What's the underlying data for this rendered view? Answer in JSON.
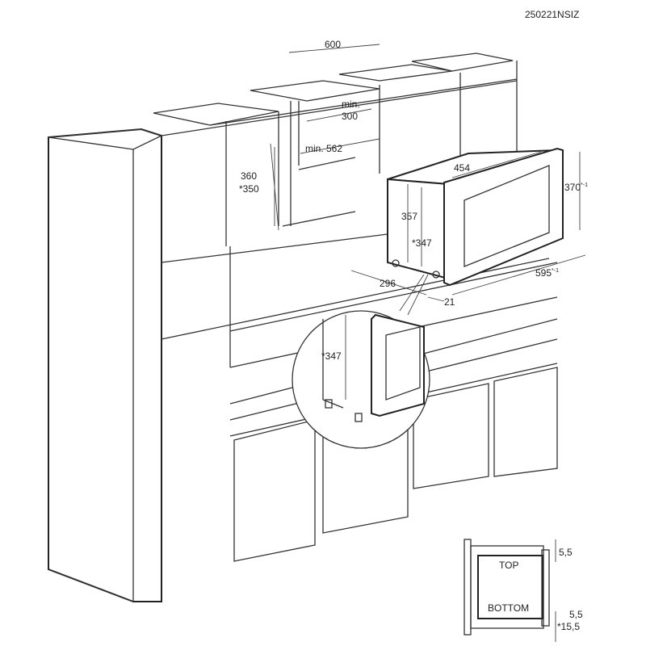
{
  "drawing_code": "250221NSIZ",
  "niche": {
    "width": "600",
    "min_depth_line1": "min.",
    "min_depth_line2": "300",
    "min_width": "min. 562",
    "height": "360",
    "height_alt": "*350"
  },
  "appliance": {
    "depth": "454",
    "front_height": "370",
    "front_height_tol": "*-1",
    "body_height": "357",
    "body_height_alt": "*347",
    "base_depth": "296",
    "front_width": "595",
    "front_width_tol": "*-1",
    "frame_offset": "21"
  },
  "detail_circle": {
    "height": "*347"
  },
  "inset": {
    "top_label": "TOP",
    "bottom_label": "BOTTOM",
    "top_gap": "5,5",
    "bottom_gap": "5,5",
    "bottom_offset": "*15,5"
  }
}
